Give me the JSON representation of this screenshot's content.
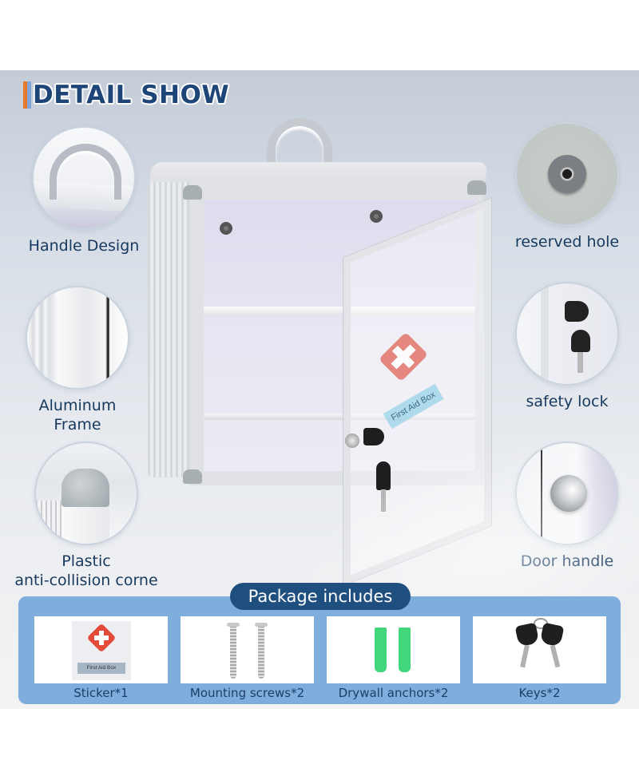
{
  "header": {
    "title": "DETAIL SHOW",
    "accent_colors": {
      "orange": "#e57a2a",
      "light_blue": "#7fa6d8",
      "title_text": "#1d4577"
    }
  },
  "features": {
    "left": [
      {
        "label": "Handle Design",
        "icon": "handle-icon"
      },
      {
        "label_line1": "Aluminum",
        "label_line2": "Frame",
        "icon": "aluminum-frame-icon"
      },
      {
        "label_line1": "Plastic",
        "label_line2": "anti-collision corne",
        "icon": "corner-cap-icon"
      }
    ],
    "right": [
      {
        "label": "reserved hole",
        "icon": "reserved-hole-icon"
      },
      {
        "label": "safety lock",
        "icon": "lock-key-icon"
      },
      {
        "label": "Door handle",
        "icon": "door-knob-icon"
      }
    ]
  },
  "product": {
    "label_on_door": "First Aid Box",
    "icon": "first-aid-cross-icon"
  },
  "package": {
    "title": "Package includes",
    "panel_color": "#7faddc",
    "pill_color": "#1f4f7f",
    "items": [
      {
        "label": "Sticker*1",
        "sticker_text": "First Aid Box",
        "icon": "sticker-icon"
      },
      {
        "label": "Mounting screws*2",
        "icon": "screw-icon"
      },
      {
        "label": "Drywall anchors*2",
        "icon": "anchor-icon"
      },
      {
        "label": "Keys*2",
        "icon": "keys-icon"
      }
    ]
  }
}
